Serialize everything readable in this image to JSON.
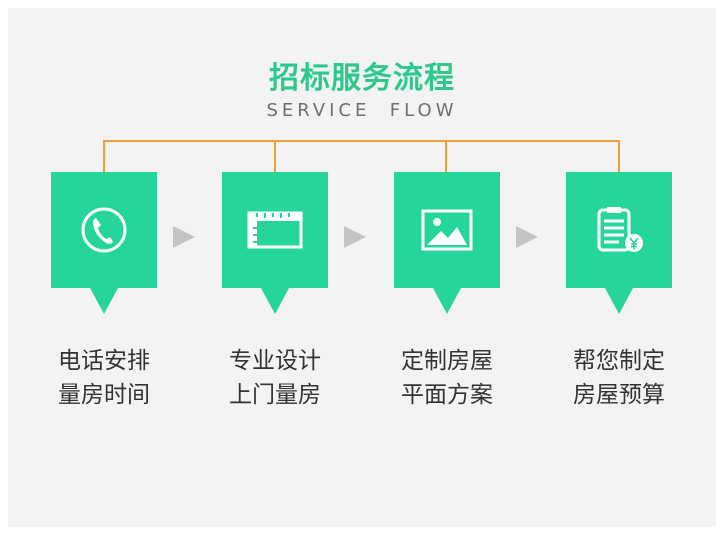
{
  "header": {
    "title": "招标服务流程",
    "subtitle": "SERVICE  FLOW"
  },
  "colors": {
    "accent": "#2cc98a",
    "card": "#26d699",
    "connector": "#f0a030",
    "arrow": "#c4c4c4"
  },
  "steps": [
    {
      "icon": "phone-icon",
      "line1": "电话安排",
      "line2": "量房时间"
    },
    {
      "icon": "ruler-icon",
      "line1": "专业设计",
      "line2": "上门量房"
    },
    {
      "icon": "image-icon",
      "line1": "定制房屋",
      "line2": "平面方案"
    },
    {
      "icon": "budget-clipboard-icon",
      "line1": "帮您制定",
      "line2": "房屋预算"
    }
  ]
}
